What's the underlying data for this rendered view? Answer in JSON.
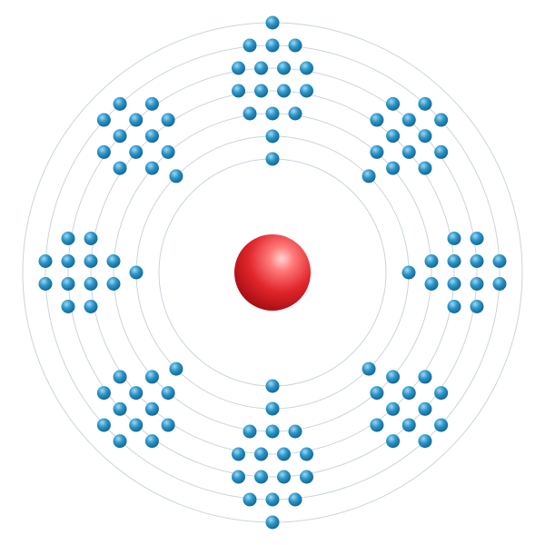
{
  "diagram": {
    "type": "bohr-electron-shell-model",
    "nucleus": {
      "color": "#d81e23",
      "highlight_color": "#ff8f8f"
    },
    "electron": {
      "color": "#1f87bd",
      "highlight_color": "#7cc8ea"
    },
    "shell_ring_color": "#c9d5dc",
    "shells": [
      {
        "index": 1,
        "electrons": 2
      },
      {
        "index": 2,
        "electrons": 8
      },
      {
        "index": 3,
        "electrons": 18
      },
      {
        "index": 4,
        "electrons": 32
      },
      {
        "index": 5,
        "electrons": 32
      },
      {
        "index": 6,
        "electrons": 18
      },
      {
        "index": 7,
        "electrons": 2
      }
    ]
  }
}
